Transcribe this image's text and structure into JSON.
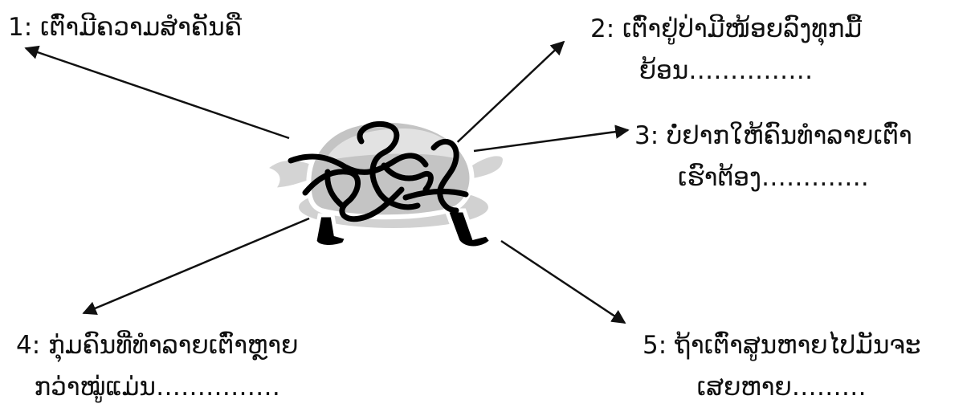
{
  "colors": {
    "text": "#111111",
    "arrow": "#111111",
    "shell": "#bdbdbd",
    "shell_light": "#dedede",
    "outline": "#000000"
  },
  "center_illustration": "turtle-with-rope-icon",
  "items": [
    {
      "number": "1:",
      "lines": [
        "ເຕົ່າມີຄວາມສຳຄັນຄື"
      ]
    },
    {
      "number": "2:",
      "lines": [
        "ເຕົ່າຢູ່ປ່າມີໜ້ອຍລົງທຸກມື້",
        "ຍ້ອນ……………"
      ]
    },
    {
      "number": "3:",
      "lines": [
        "ບໍ່ຢາກໃຫ້ຄົນທຳລາຍເຕົ່າ",
        "ເຮົາຕ້ອງ…………."
      ]
    },
    {
      "number": "4:",
      "lines": [
        "ກຸ່ມຄົນທີ່ທຳລາຍເຕົ່າຫຼາຍ",
        "ກວ່າໝູ່ແມ່ນ……………"
      ]
    },
    {
      "number": "5:",
      "lines": [
        "ຖ້າເຕົ່າສູນຫາຍໄປມັນຈະ",
        "ເສຍຫາຍ………"
      ]
    }
  ]
}
